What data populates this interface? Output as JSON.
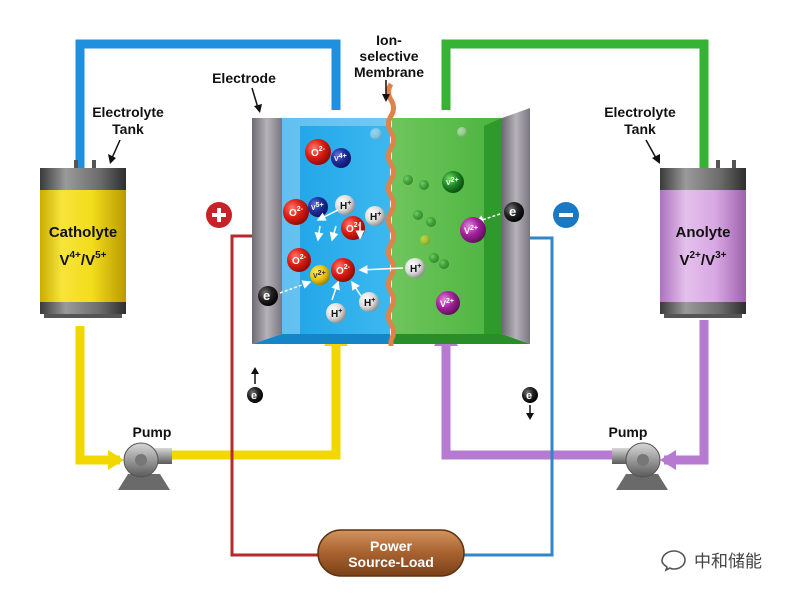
{
  "labels": {
    "membrane_line1": "Ion-",
    "membrane_line2": "selective",
    "membrane_line3": "Membrane",
    "electrode": "Electrode",
    "left_tank_line1": "Electrolyte",
    "left_tank_line2": "Tank",
    "right_tank_line1": "Electrolyte",
    "right_tank_line2": "Tank",
    "pump_left": "Pump",
    "pump_right": "Pump",
    "power_line1": "Power",
    "power_line2": "Source-Load",
    "plus": "+",
    "minus": "−",
    "electron": "e",
    "watermark": "中和储能"
  },
  "catholyte": {
    "name": "Catholyte",
    "base1": "V",
    "sup1": "4+",
    "slash": "/",
    "base2": "V",
    "sup2": "5+"
  },
  "anolyte": {
    "name": "Anolyte",
    "base1": "V",
    "sup1": "2+",
    "slash": "/",
    "base2": "V",
    "sup2": "3+"
  },
  "ions": {
    "oxygen": "O",
    "oxygen_charge": "2-",
    "hydrogen": "H",
    "hydrogen_charge": "+",
    "v4": "V",
    "v4_charge": "4+",
    "v5": "V",
    "v5_charge": "5+",
    "v2": "V",
    "v2_charge": "2+",
    "v3": "V",
    "v3_charge": "3+"
  },
  "colors": {
    "blue_pipe": "#1f8fe0",
    "green_pipe": "#36b234",
    "yellow_pipe": "#f2d800",
    "purple_pipe": "#b67ad0",
    "red_wire": "#b7292b",
    "blue_wire": "#2f86c9",
    "catholyte": "#f3dd1c",
    "anolyte": "#d8a7e3",
    "membrane": "#e0834a",
    "power": "#b5703e"
  }
}
